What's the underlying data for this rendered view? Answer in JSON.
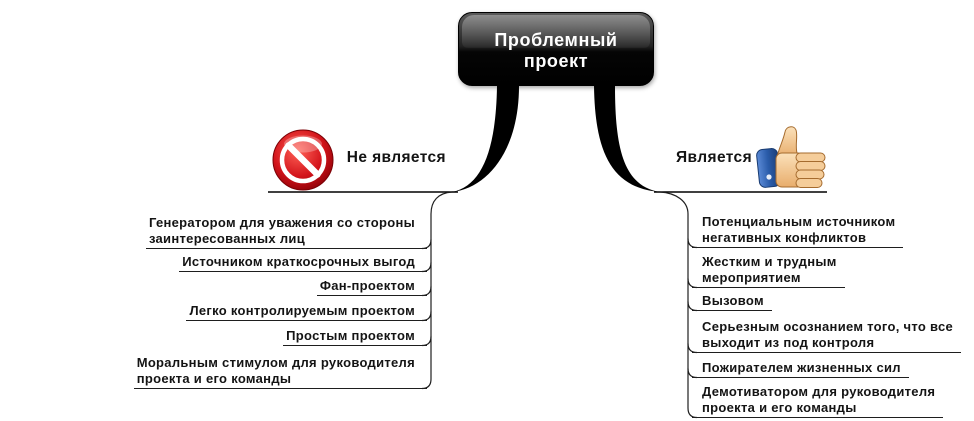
{
  "central_topic": {
    "lines": [
      "Проблемный",
      "проект"
    ]
  },
  "left_branch": {
    "label": "Не является",
    "icon": "prohibited-icon",
    "items": [
      {
        "lines": [
          "Генератором для уважения со стороны",
          "заинтересованных лиц"
        ]
      },
      {
        "lines": [
          "Источником краткосрочных выгод"
        ]
      },
      {
        "lines": [
          "Фан-проектом"
        ]
      },
      {
        "lines": [
          "Легко контролируемым проектом"
        ]
      },
      {
        "lines": [
          "Простым проектом"
        ]
      },
      {
        "lines": [
          "Моральным стимулом для руководителя",
          "проекта и его команды"
        ]
      }
    ]
  },
  "right_branch": {
    "label": "Является",
    "icon": "thumbs-up-icon",
    "items": [
      {
        "lines": [
          "Потенциальным источником",
          "негативных конфликтов"
        ]
      },
      {
        "lines": [
          "Жестким и трудным",
          "мероприятием"
        ]
      },
      {
        "lines": [
          "Вызовом"
        ]
      },
      {
        "lines": [
          "Серьезным осознанием того, что все",
          "выходит из под контроля"
        ]
      },
      {
        "lines": [
          "Пожирателем жизненных сил"
        ]
      },
      {
        "lines": [
          "Демотиватором для руководителя",
          "проекта и его команды"
        ]
      }
    ]
  },
  "colors": {
    "central_node": "#000000",
    "central_text": "#ffffff",
    "text": "#141414",
    "prohibited_icon": "#d3141b",
    "thumbs_up_cuff": "#2a5caa",
    "thumbs_up_hand": "#f2c48c"
  }
}
